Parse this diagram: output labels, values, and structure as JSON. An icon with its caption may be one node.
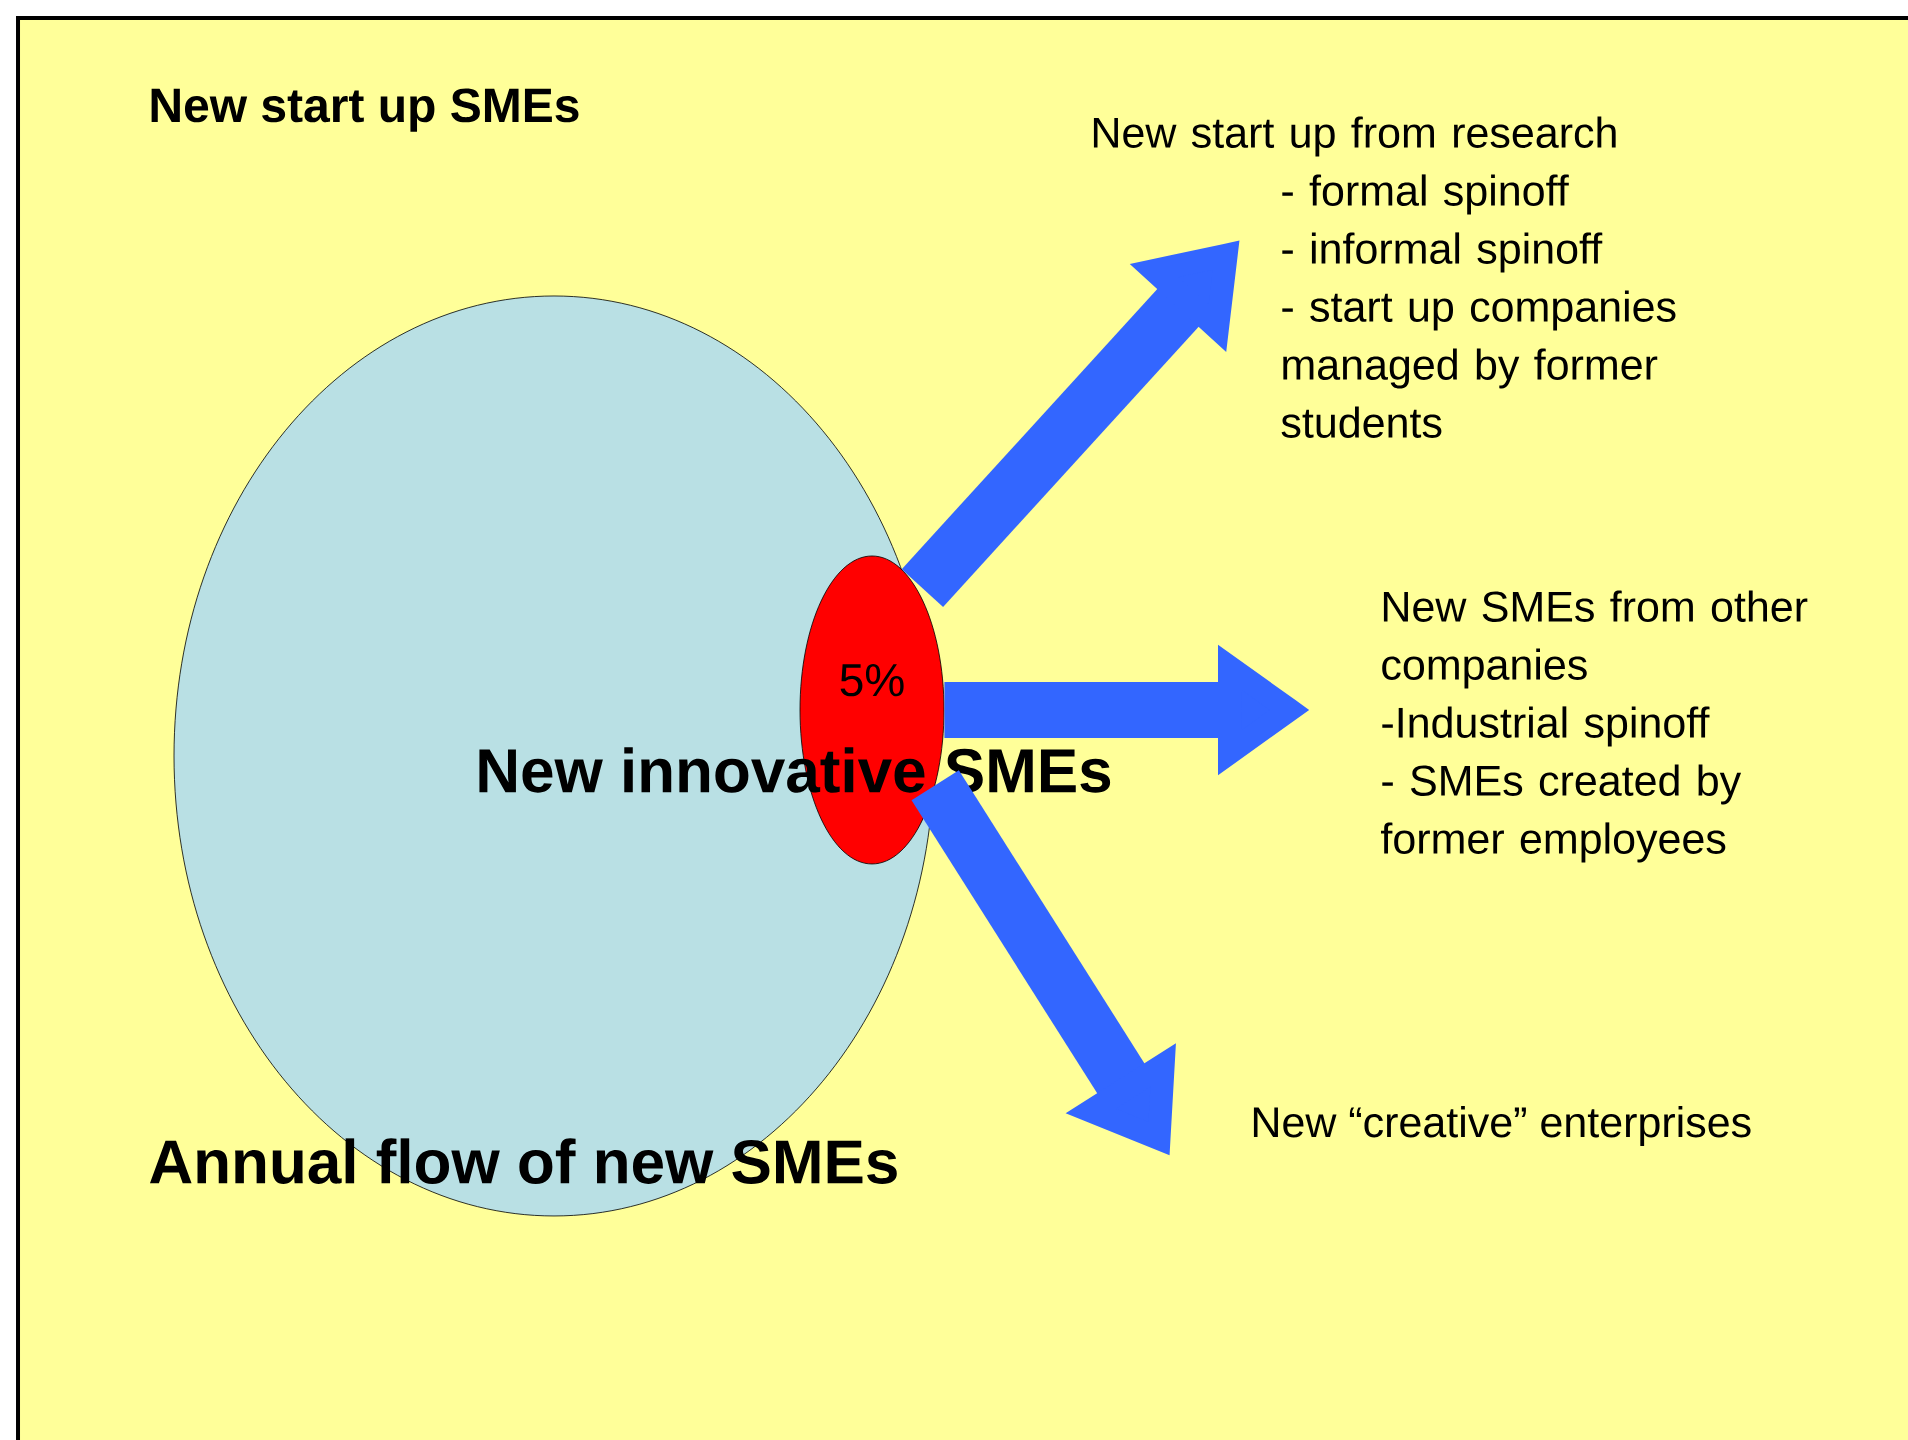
{
  "diagram": {
    "title": "New start up SMEs",
    "nodes": [
      {
        "text": [
          "Annual flow of new SMEs"
        ]
      },
      {
        "text": [
          "5%"
        ],
        "beside": [
          "New innovative SMEs"
        ]
      },
      {
        "text": [
          "New start up from research",
          "- formal spinoff",
          "- informal spinoff",
          "- start up companies managed by former students"
        ]
      },
      {
        "text": [
          "New SMEs from other companies",
          "-Industrial spinoff",
          "- SMEs created by former employees"
        ]
      },
      {
        "text": [
          "New “creative” enterprises"
        ]
      }
    ],
    "edges": [
      {
        "from": 1,
        "to": 2,
        "arrow": "to"
      },
      {
        "from": 1,
        "to": 3,
        "arrow": "to"
      },
      {
        "from": 1,
        "to": 4,
        "arrow": "to"
      }
    ]
  }
}
